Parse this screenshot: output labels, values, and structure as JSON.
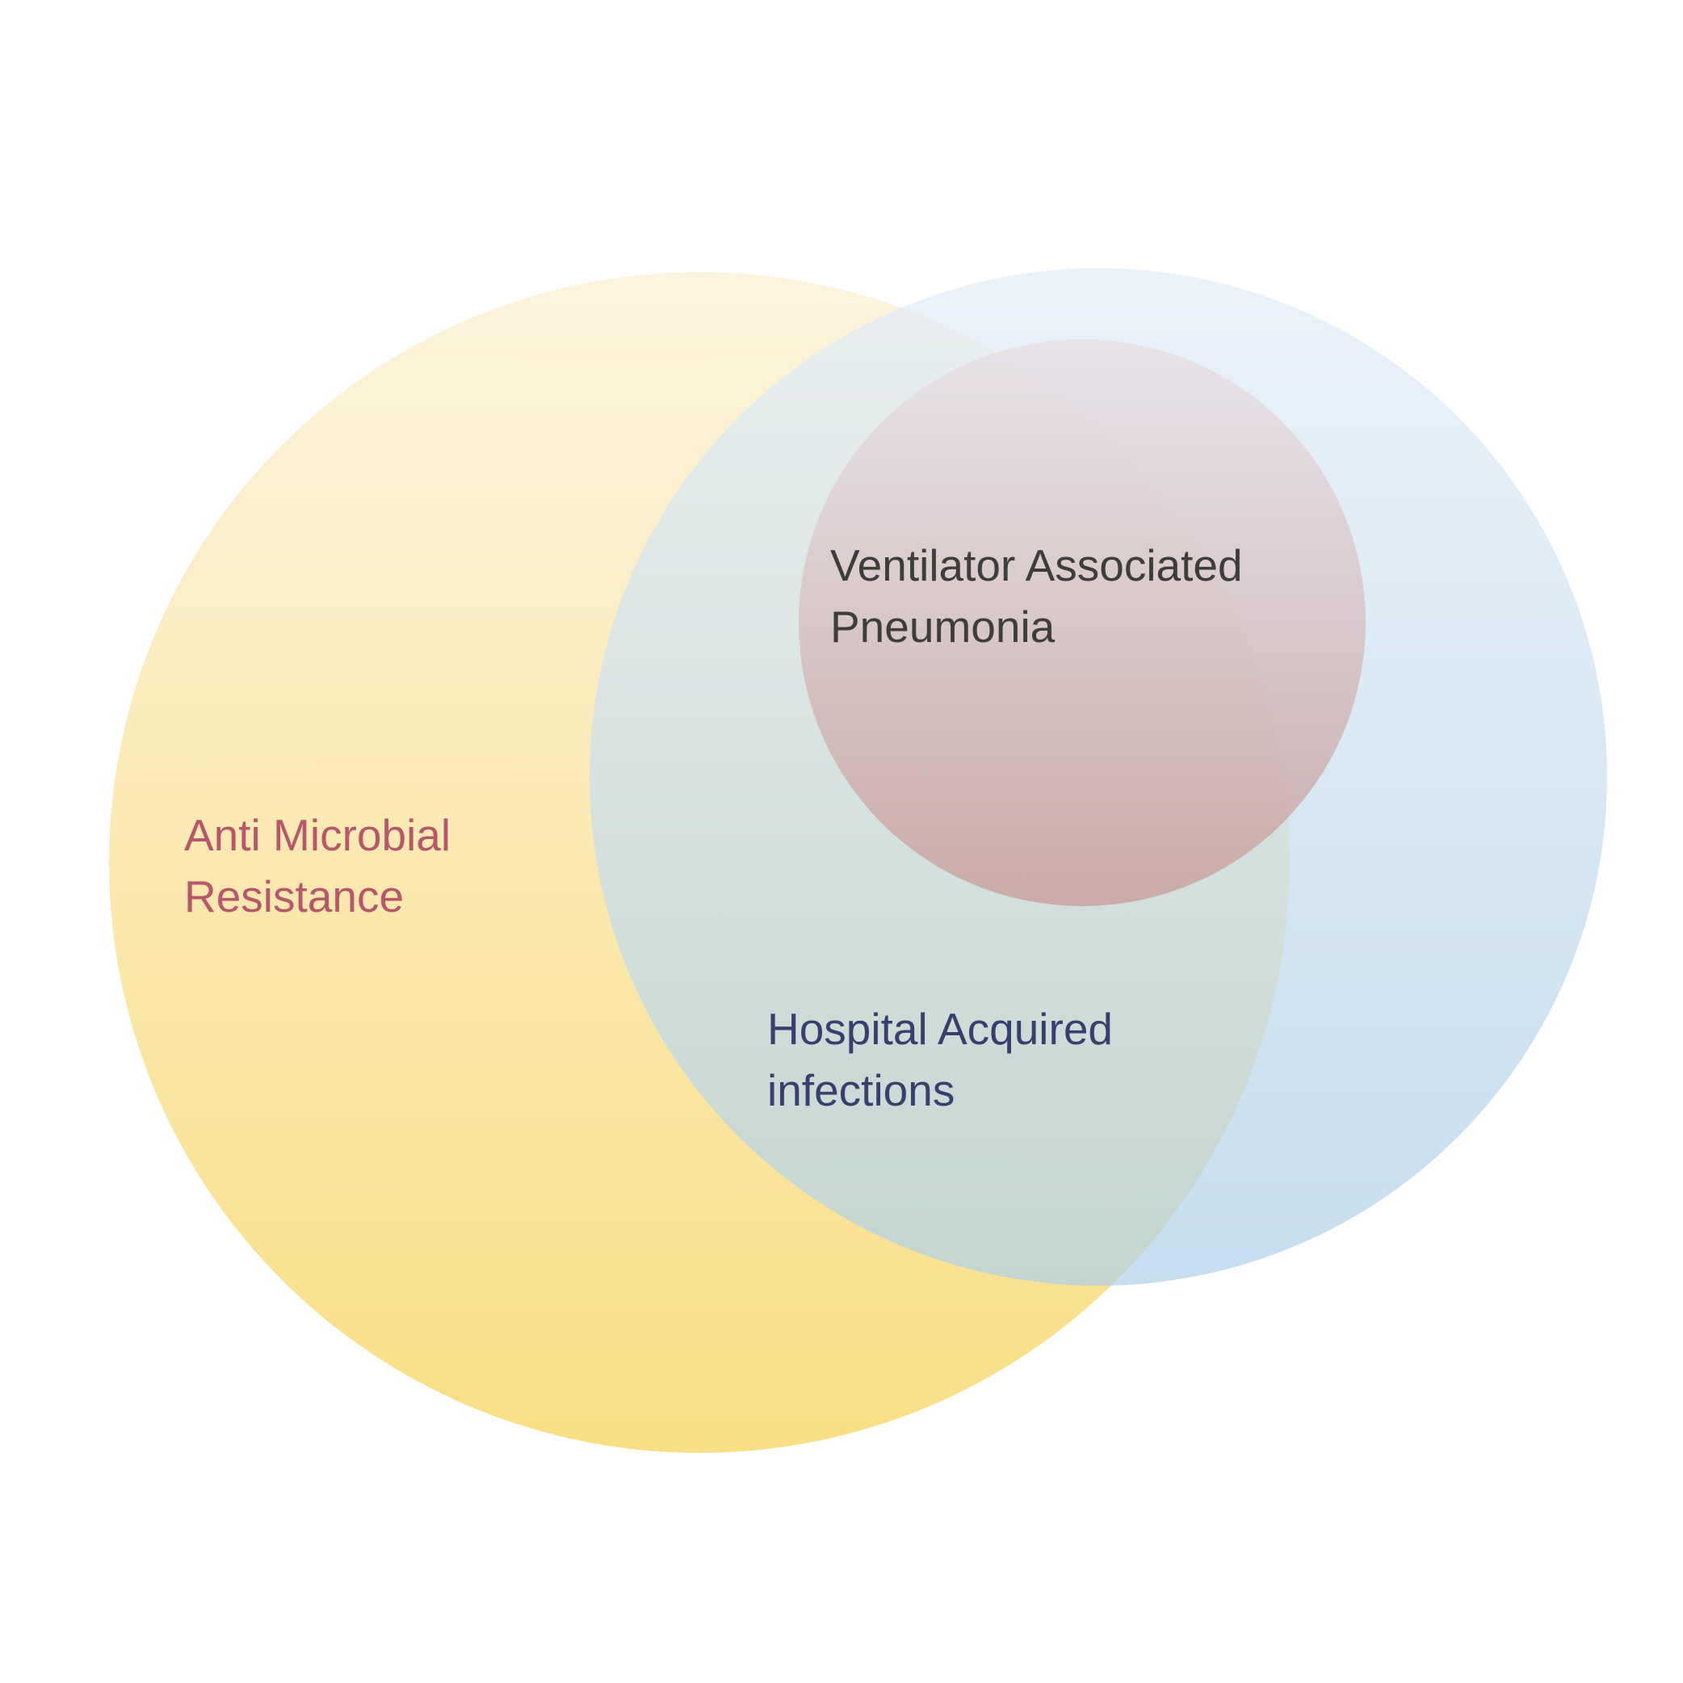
{
  "sets": {
    "amr": {
      "label_lines": [
        "Anti Microbial",
        "Resistance"
      ],
      "color_top": "#fdf4de",
      "color_bottom": "#f9de84",
      "label_color": "#b9576a"
    },
    "hai": {
      "label_lines": [
        "Hospital Acquired",
        "infections"
      ],
      "color_top": "#e3eef8",
      "color_bottom": "#afd0e8",
      "label_color": "#36406e"
    },
    "vap": {
      "label_lines": [
        "Ventilator Associated",
        "Pneumonia"
      ],
      "color_top": "#e8e0e6",
      "color_bottom": "#c79c98",
      "label_color": "#3d3d3d"
    }
  }
}
